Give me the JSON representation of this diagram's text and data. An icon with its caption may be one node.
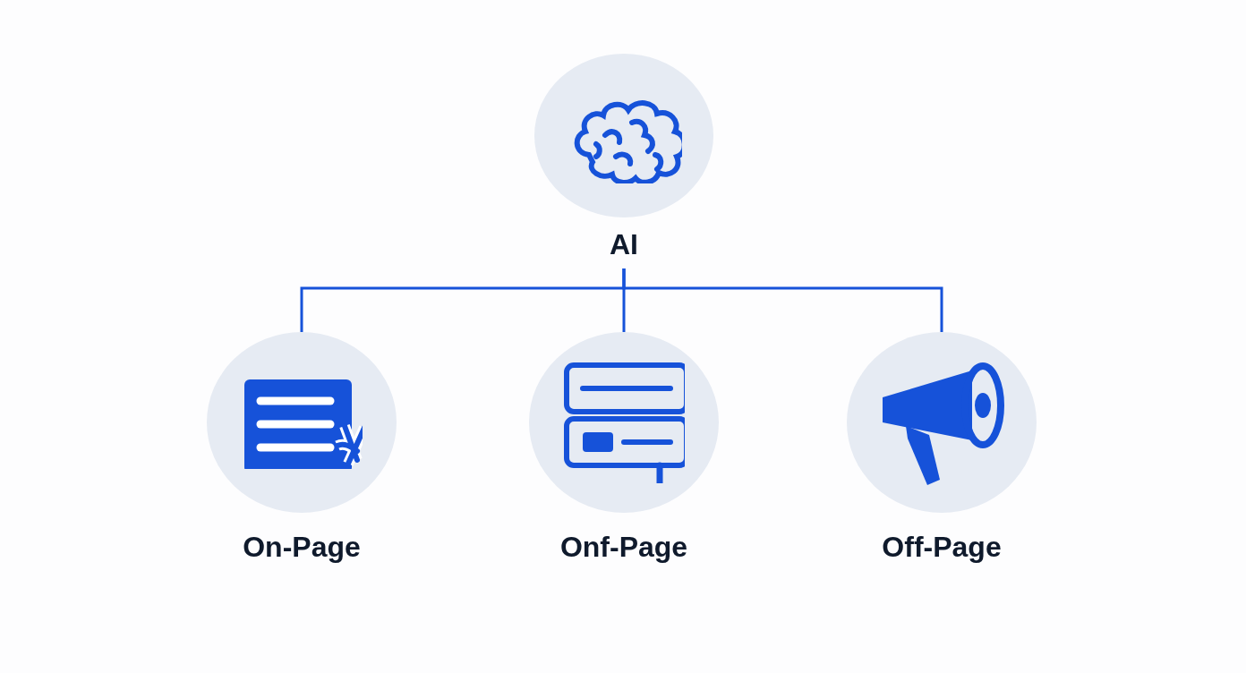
{
  "diagram": {
    "nodes": [
      {
        "text": [
          "AI"
        ]
      },
      {
        "text": [
          "On-Page"
        ]
      },
      {
        "text": [
          "Onf-Page"
        ]
      },
      {
        "text": [
          "Off-Page"
        ]
      }
    ],
    "edges": [
      {
        "from": 0,
        "to": 1,
        "arrow": "none"
      },
      {
        "from": 0,
        "to": 2,
        "arrow": "none"
      },
      {
        "from": 0,
        "to": 3,
        "arrow": "none"
      }
    ]
  }
}
